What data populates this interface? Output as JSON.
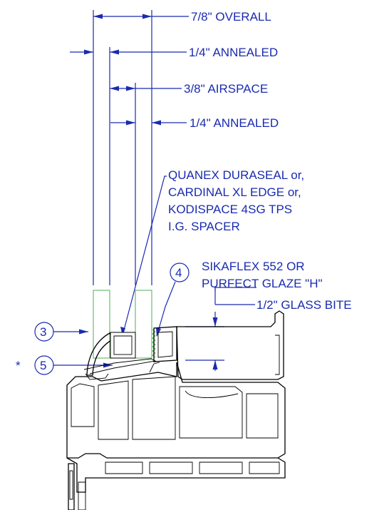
{
  "dimensions": {
    "overall": "7/8\"  OVERALL",
    "outer_pane": "1/4\"  ANNEALED",
    "airspace": "3/8\"  AIRSPACE",
    "inner_pane": "1/4\"  ANNEALED",
    "glass_bite": "1/2\"  GLASS BITE"
  },
  "spacer_note": {
    "line1": "QUANEX DURASEAL or,",
    "line2": "CARDINAL XL EDGE or,",
    "line3": "KODISPACE 4SG TPS",
    "line4": "I.G. SPACER"
  },
  "sealant_note": {
    "line1": "SIKAFLEX 552 OR",
    "line2": "PURFECT GLAZE \"H\""
  },
  "callouts": {
    "three": "3",
    "four": "4",
    "five": "5",
    "asterisk": "*"
  },
  "colors": {
    "annotation": "#1a2bb0",
    "glass": "#4caf50",
    "profile": "#000000"
  }
}
